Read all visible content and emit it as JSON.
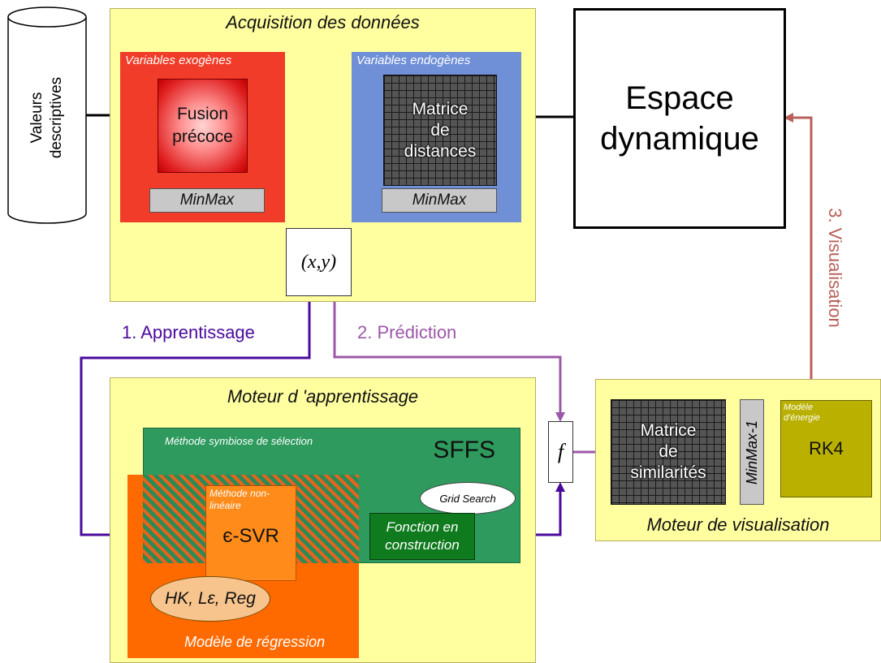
{
  "valeurs_descriptives": [
    "Valeurs",
    "descriptives"
  ],
  "acquisition": {
    "title": "Acquisition des données",
    "exogenes_label": "Variables exogènes",
    "fusion": [
      "Fusion",
      "précoce"
    ],
    "endogenes_label": "Variables endogènes",
    "matrice_distances": [
      "Matrice",
      "de",
      "distances"
    ],
    "minmax": "MinMax",
    "xy": "(x,y)"
  },
  "espace": [
    "Espace",
    "dynamique"
  ],
  "labels": {
    "apprentissage": "1. Apprentissage",
    "prediction": "2. Prédiction",
    "visualisation": "3. Visualisation"
  },
  "moteur_apprentissage": {
    "title": "Moteur d 'apprentissage",
    "symbiose": "Méthode symbiose de sélection",
    "sffs": "SFFS",
    "grid_search": "Grid Search",
    "non_lineaire": [
      "Méthode non-",
      "linéaire"
    ],
    "svr": "є-SVR",
    "fonction": [
      "Fonction en",
      "construction"
    ],
    "params": "HK, Lε, Reg",
    "regression": "Modèle de régression"
  },
  "f_label": "f",
  "moteur_visualisation": {
    "title": "Moteur de visualisation",
    "matrice_similarites": [
      "Matrice",
      "de",
      "similarités"
    ],
    "minmax_inv": "MinMax-1",
    "energie": [
      "Modèle",
      "d'énergie"
    ],
    "rk4": "RK4"
  },
  "colors": {
    "panel": "#ffffa0",
    "exogenes": "#f03c28",
    "endogenes": "#6f8fd6",
    "symbiose": "#2e9a5e",
    "regression": "#ff6a00",
    "svr": "#ff8c1a",
    "fonction": "#0f7a1e",
    "rk4": "#b9b000",
    "arrow_learn": "#4b0a9c",
    "arrow_predict": "#9c58a8",
    "arrow_visu": "#b8605a"
  }
}
